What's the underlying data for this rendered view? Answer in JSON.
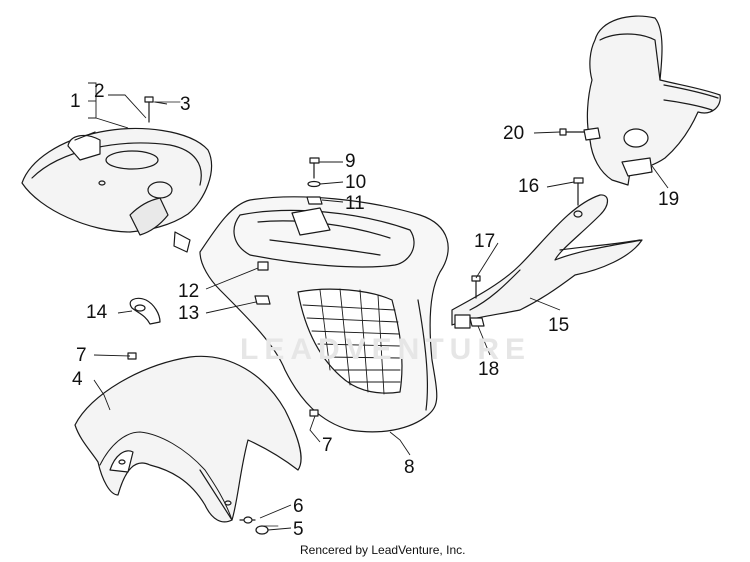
{
  "callouts": {
    "c1": "1",
    "c2": "2",
    "c3": "3",
    "c4": "4",
    "c5": "5",
    "c6": "6",
    "c7a": "7",
    "c7b": "7",
    "c8": "8",
    "c9": "9",
    "c10": "10",
    "c11": "11",
    "c12": "12",
    "c13": "13",
    "c14": "14",
    "c15": "15",
    "c16": "16",
    "c17": "17",
    "c18": "18",
    "c19": "19",
    "c20": "20"
  },
  "watermark": "LEADVENTURE",
  "credit": "Rencered by LeadVenture, Inc."
}
